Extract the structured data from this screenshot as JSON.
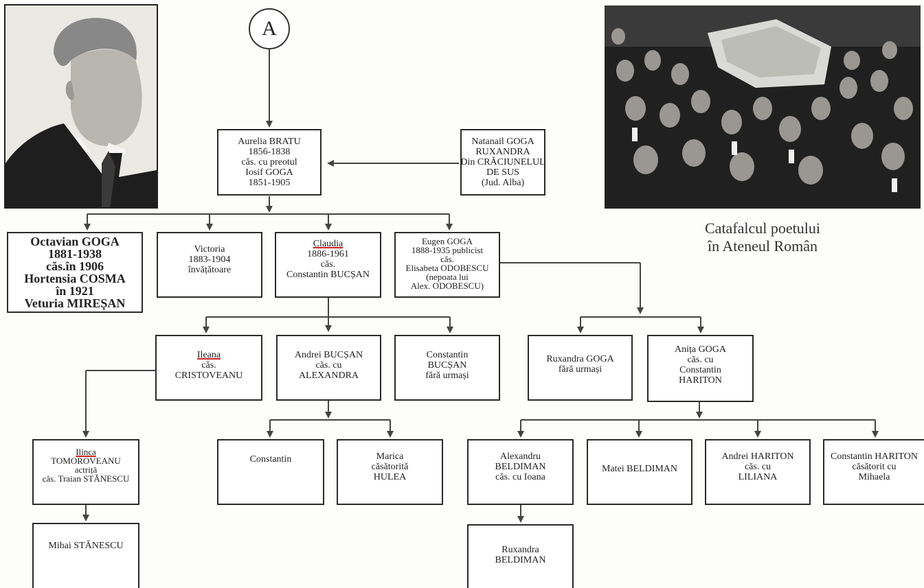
{
  "marker": "A",
  "caption": {
    "line1": "Catafalcul poetului",
    "line2": "în Ateneul Român"
  },
  "portrait_icon": "man-portrait",
  "crowd_icon": "crowd-photo",
  "boxes": {
    "aurelia": [
      "Aurelia BRATU",
      "1856-1838",
      "căs. cu preotul",
      "Iosif GOGA",
      "1851-1905"
    ],
    "natanail": [
      "Natanail GOGA",
      "RUXANDRA",
      "Din CRĂCIUNELUL",
      "DE SUS",
      "(Jud. Alba)"
    ],
    "octavian": [
      "Octavian GOGA",
      "1881-1938",
      "căs.în 1906",
      "Hortensia COSMA",
      "în 1921",
      "Veturia MIREȘAN"
    ],
    "victoria": [
      "Victoria",
      "1883-1904",
      "învățătoare"
    ],
    "claudia": [
      "Claudia",
      "1886-1961",
      "căs.",
      "Constantin BUCȘAN"
    ],
    "eugen": [
      "Eugen GOGA",
      "1888-1935 publicist",
      "căs.",
      "Elisabeta ODOBESCU",
      "(nepoata lui",
      "Alex. ODOBESCU)"
    ],
    "ileana": [
      "Ileana",
      "căs.",
      "CRISTOVEANU"
    ],
    "andrei_b": [
      "Andrei BUCȘAN",
      "căs. cu",
      "ALEXANDRA"
    ],
    "constantin_b": [
      "Constantin",
      "BUCȘAN",
      "fără urmași"
    ],
    "ruxandra_g": [
      "Ruxandra GOGA",
      "fără urmași"
    ],
    "anita": [
      "Anița GOGA",
      "căs. cu",
      "Constantin",
      "HARITON"
    ],
    "constantin": [
      "Constantin"
    ],
    "marica": [
      "Marica",
      "căsătorită",
      "HULEA"
    ],
    "alexandru": [
      "Alexandru",
      "BELDIMAN",
      "căs. cu Ioana"
    ],
    "matei": [
      "Matei BELDIMAN"
    ],
    "andrei_h": [
      "Andrei HARITON",
      "căs. cu",
      "LILIANA"
    ],
    "constantin_h": [
      "Constantin HARITON",
      "căsătorit cu",
      "Mihaela"
    ],
    "ilinca": [
      "Ilinca",
      "TOMOROVEANU",
      "actriță",
      "căs. Traian STĂNESCU"
    ],
    "mihai": [
      "Mihai STĂNESCU"
    ],
    "ruxandra_b": [
      "Ruxandra",
      "BELDIMAN"
    ]
  }
}
